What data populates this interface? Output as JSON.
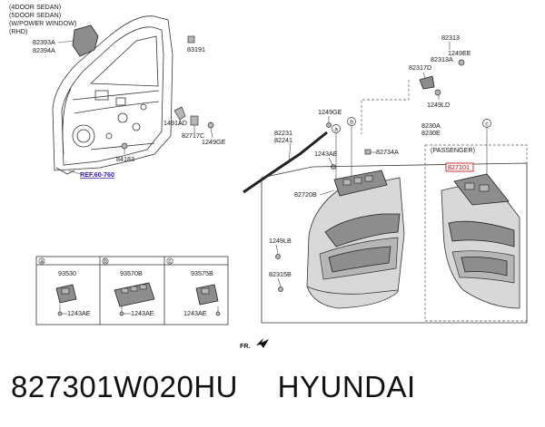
{
  "header_notes": [
    "(4DOOR SEDAN)",
    "(5DOOR SEDAN)",
    "(W/POWER WINDOW)",
    "(RHD)"
  ],
  "part_labels": {
    "p82393A": "82393A",
    "p82394A": "82394A",
    "p83191": "83191",
    "p1491AD": "1491AD",
    "p82717C": "82717C",
    "p1249GE_a": "1249GE",
    "p84183": "84183",
    "ref": "REF.60-760",
    "p82313": "82313",
    "p1249EE": "1249EE",
    "p82313A": "82313A",
    "p82317D": "82317D",
    "p1249LD": "1249LD",
    "p1249GE_b": "1249GE",
    "p82230A": "8230A",
    "p82230E": "8230E",
    "p82231": "82231",
    "p82241": "82241",
    "p82734A": "82734A",
    "p1243AE_top": "1243AE",
    "p82720B": "82720B",
    "p1249LB": "1249LB",
    "p82315B": "82315B",
    "passenger": "(PASSENGER)",
    "highlight": "827101"
  },
  "callouts": [
    "a",
    "b",
    "c"
  ],
  "detail_box": {
    "headers": [
      "a",
      "b",
      "c"
    ],
    "parts": [
      "93530",
      "93570B",
      "93575B"
    ],
    "screws": [
      "1243AE",
      "1243AE",
      "1243AE"
    ]
  },
  "front_indicator": "FR.",
  "caption": {
    "part_number": "827301W020HU",
    "brand": "HYUNDAI"
  }
}
